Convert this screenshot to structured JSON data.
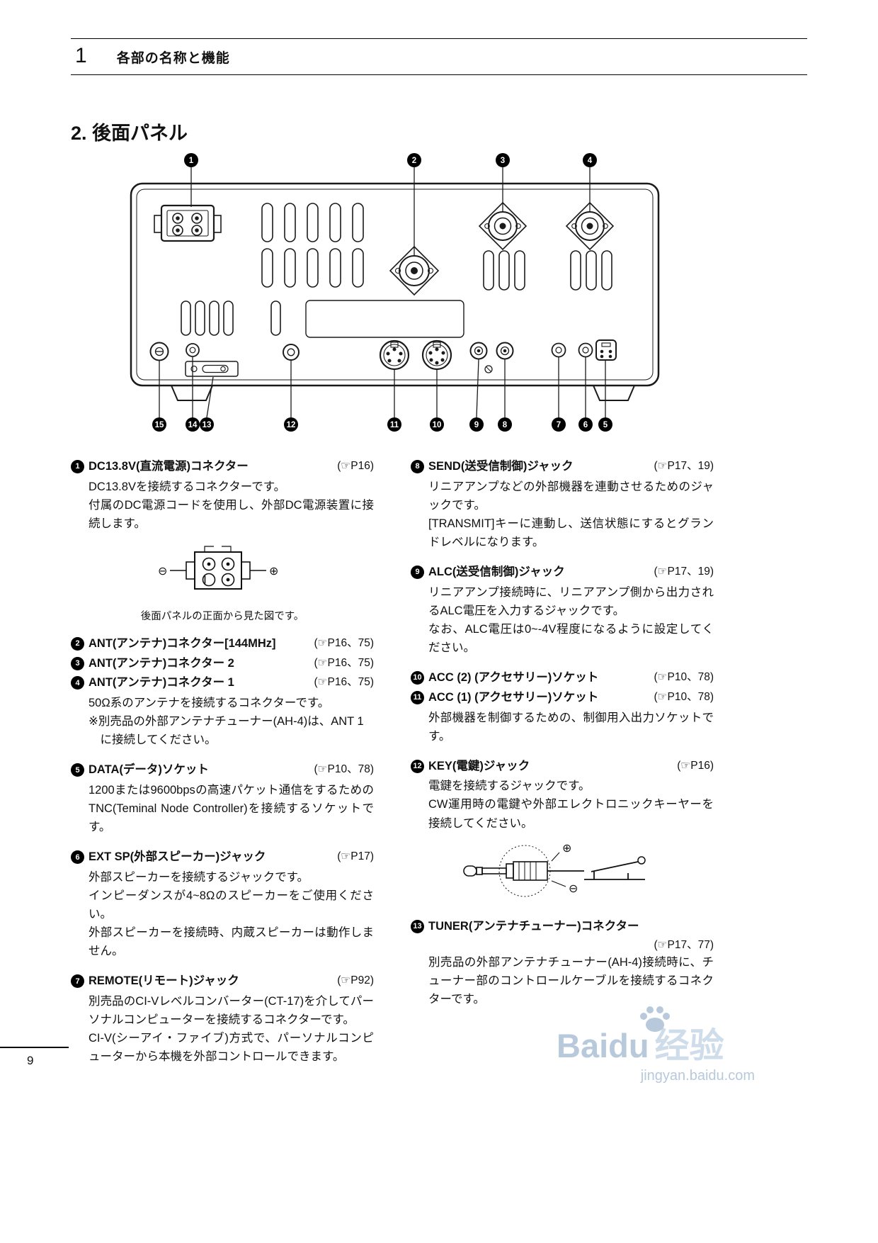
{
  "header": {
    "chapter_number": "1",
    "chapter_title": "各部の名称と機能"
  },
  "section_title": "2. 後面パネル",
  "diagram": {
    "callouts_top": [
      "1",
      "2",
      "3",
      "4"
    ],
    "callouts_bottom": [
      "15",
      "14",
      "13",
      "12",
      "11",
      "10",
      "9",
      "8",
      "7",
      "6",
      "5"
    ]
  },
  "items": {
    "dc": {
      "num": "1",
      "title": "DC13.8V(直流電源)コネクター",
      "ref": "(☞P16)",
      "p1": "DC13.8Vを接続するコネクターです。",
      "p2": "付属のDC電源コードを使用し、外部DC電源装置に接続します。",
      "diagram_minus": "⊖",
      "diagram_plus": "⊕",
      "caption": "後面パネルの正面から見た図です。"
    },
    "ant144": {
      "num": "2",
      "title": "ANT(アンテナ)コネクター[144MHz]",
      "ref": "(☞P16、75)"
    },
    "ant2": {
      "num": "3",
      "title": "ANT(アンテナ)コネクター 2",
      "ref": "(☞P16、75)"
    },
    "ant1": {
      "num": "4",
      "title": "ANT(アンテナ)コネクター 1",
      "ref": "(☞P16、75)",
      "p1": "50Ω系のアンテナを接続するコネクターです。",
      "p2": "※別売品の外部アンテナチューナー(AH-4)は、ANT 1",
      "p3": "　に接続してください。"
    },
    "data": {
      "num": "5",
      "title": "DATA(データ)ソケット",
      "ref": "(☞P10、78)",
      "p1": "1200または9600bpsの高速パケット通信をするためのTNC(Teminal Node Controller)を接続するソケットです。"
    },
    "extsp": {
      "num": "6",
      "title": "EXT SP(外部スピーカー)ジャック",
      "ref": "(☞P17)",
      "p1": "外部スピーカーを接続するジャックです。",
      "p2": "インピーダンスが4~8Ωのスピーカーをご使用ください。",
      "p3": "外部スピーカーを接続時、内蔵スピーカーは動作しません。"
    },
    "remote": {
      "num": "7",
      "title": "REMOTE(リモート)ジャック",
      "ref": "(☞P92)",
      "p1": "別売品のCI-Vレベルコンバーター(CT-17)を介してパーソナルコンピューターを接続するコネクターです。",
      "p2": "CI-V(シーアイ・ファイブ)方式で、パーソナルコンピューターから本機を外部コントロールできます。"
    },
    "send": {
      "num": "8",
      "title": "SEND(送受信制御)ジャック",
      "ref": "(☞P17、19)",
      "p1": "リニアアンプなどの外部機器を連動させるためのジャックです。",
      "p2": "[TRANSMIT]キーに連動し、送信状態にするとグランドレベルになります。"
    },
    "alc": {
      "num": "9",
      "title": "ALC(送受信制御)ジャック",
      "ref": "(☞P17、19)",
      "p1": "リニアアンプ接続時に、リニアアンプ側から出力されるALC電圧を入力するジャックです。",
      "p2": "なお、ALC電圧は0~-4V程度になるように設定してください。"
    },
    "acc2": {
      "num": "10",
      "title": "ACC (2) (アクセサリー)ソケット",
      "ref": "(☞P10、78)"
    },
    "acc1": {
      "num": "11",
      "title": "ACC (1) (アクセサリー)ソケット",
      "ref": "(☞P10、78)",
      "p1": "外部機器を制御するための、制御用入出力ソケットです。"
    },
    "key": {
      "num": "12",
      "title": "KEY(電鍵)ジャック",
      "ref": "(☞P16)",
      "p1": "電鍵を接続するジャックです。",
      "p2": "CW運用時の電鍵や外部エレクトロニックキーヤーを接続してください。",
      "diagram_plus": "⊕",
      "diagram_minus": "⊖"
    },
    "tuner": {
      "num": "13",
      "title": "TUNER(アンテナチューナー)コネクター",
      "ref": "(☞P17、77)",
      "p1": "別売品の外部アンテナチューナー(AH-4)接続時に、チューナー部のコントロールケーブルを接続するコネクターです。"
    }
  },
  "footer": {
    "page_number": "9"
  },
  "watermark": {
    "brand": "Baidu",
    "brand_cn": "经验",
    "url": "jingyan.baidu.com",
    "color": "#b7c9db"
  }
}
